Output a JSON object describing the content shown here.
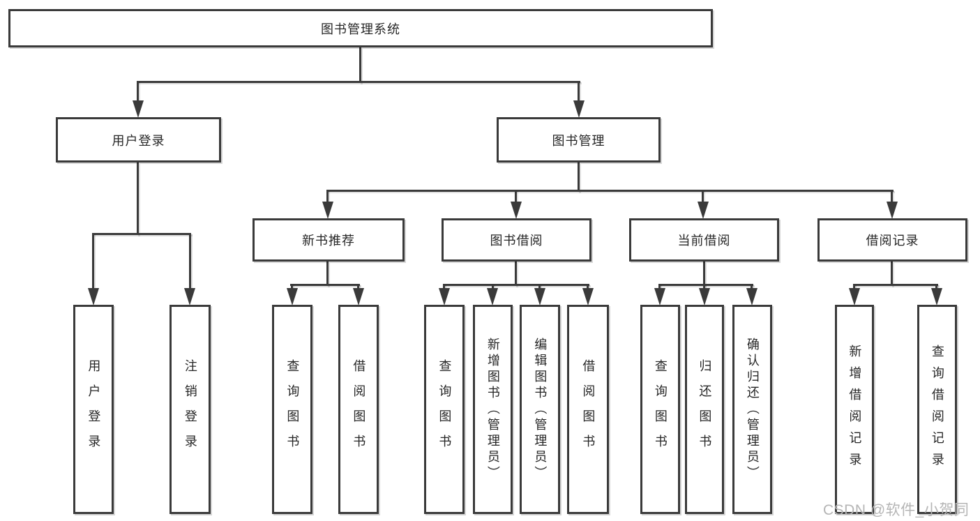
{
  "tree": {
    "root": {
      "label": "图书管理系统"
    },
    "branches": [
      {
        "label": "用户登录",
        "children": [
          {
            "label": "用户登录"
          },
          {
            "label": "注销登录"
          }
        ]
      },
      {
        "label": "图书管理",
        "children": [
          {
            "label": "新书推荐",
            "children": [
              {
                "label": "查询图书"
              },
              {
                "label": "借阅图书"
              }
            ]
          },
          {
            "label": "图书借阅",
            "children": [
              {
                "label": "查询图书"
              },
              {
                "label": "新增图书（管理员）"
              },
              {
                "label": "编辑图书（管理员）"
              },
              {
                "label": "借阅图书"
              }
            ]
          },
          {
            "label": "当前借阅",
            "children": [
              {
                "label": "查询图书"
              },
              {
                "label": "归还图书"
              },
              {
                "label": "确认归还（管理员）"
              }
            ]
          },
          {
            "label": "借阅记录",
            "children": [
              {
                "label": "新增借阅记录"
              },
              {
                "label": "查询借阅记录"
              }
            ]
          }
        ]
      }
    ]
  },
  "watermark": {
    "text": "CSDN @软件_小贺同学"
  },
  "colors": {
    "line": "#3a3a3a",
    "node_text": "#262626",
    "node_background": "#ffffff",
    "watermark_text": "#b5b5b5",
    "background": "#ffffff"
  }
}
